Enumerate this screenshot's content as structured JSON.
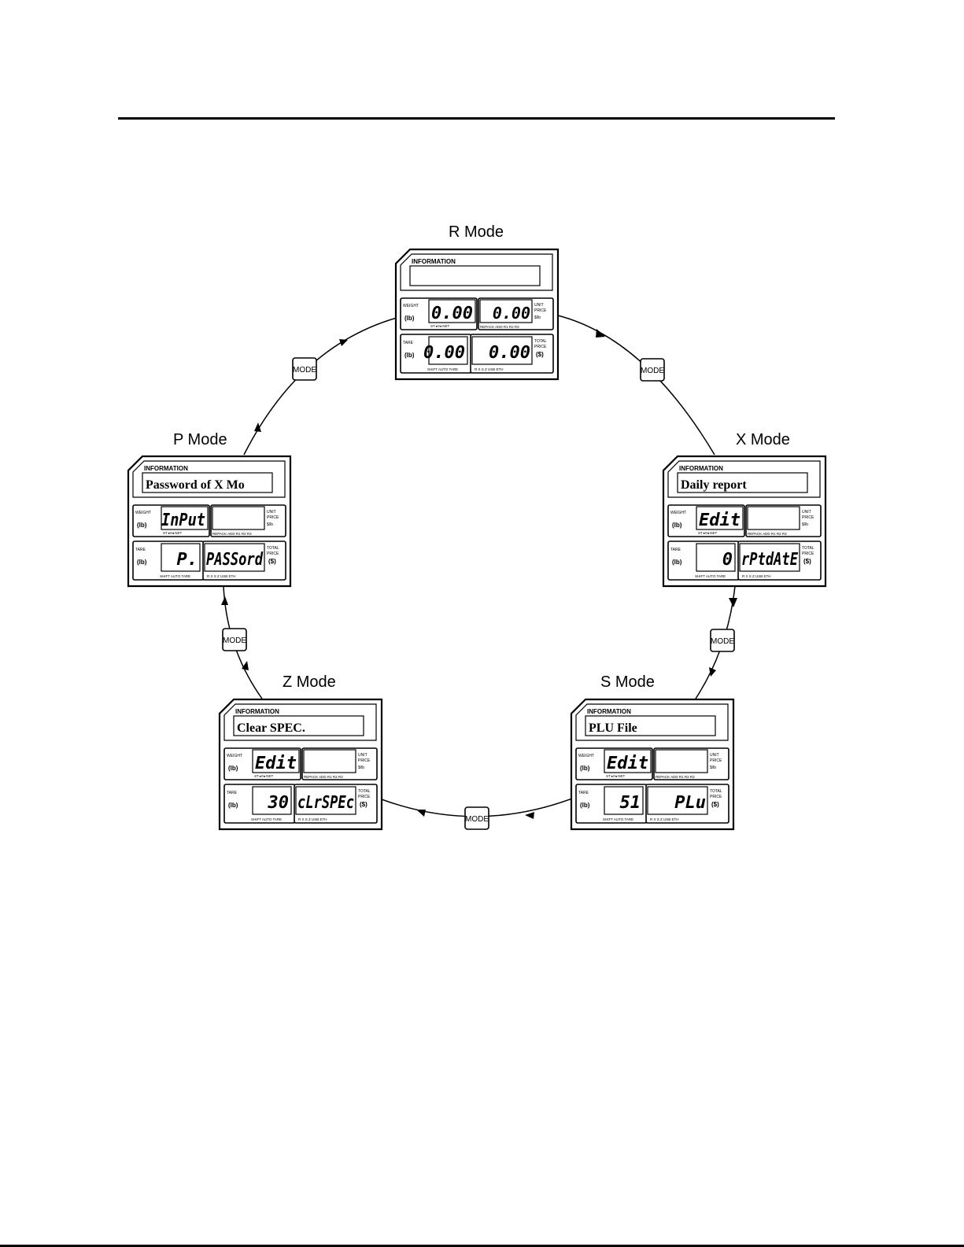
{
  "badge_label": "MODE",
  "field_labels": {
    "weight": "WEIGHT",
    "lb": "(lb)",
    "tare": "TARE",
    "unit": "UNIT",
    "price": "PRICE",
    "per_lb": "$/lb",
    "total": "TOTAL",
    "dollar": "($)",
    "information": "INFORMATION",
    "weight_indicators": "ST  ▸0◂  NET",
    "unit_indicators": "REPACK  ADD  R1  R2  R3",
    "tare_indicators": "SHIFT   AUTO TARE",
    "total_indicators": "R   X   S   Z       USB ETH"
  },
  "panels": [
    {
      "id": "r",
      "title": "R Mode",
      "info": "",
      "weight": "0.00",
      "unit_price": "0.00",
      "tare": "0.00",
      "total": "0.00"
    },
    {
      "id": "x",
      "title": "X Mode",
      "info": "Daily report",
      "weight": "Edit",
      "unit_price": "",
      "tare": "0",
      "total": "rPtdAtE"
    },
    {
      "id": "s",
      "title": "S Mode",
      "info": "PLU File",
      "weight": "Edit",
      "unit_price": "",
      "tare": "51",
      "total": "PLu"
    },
    {
      "id": "z",
      "title": "Z Mode",
      "info": "Clear SPEC.",
      "weight": "Edit",
      "unit_price": "",
      "tare": "30",
      "total": "cLrSPEc"
    },
    {
      "id": "p",
      "title": "P Mode",
      "info": "Password of X Mo",
      "weight": "InPut",
      "unit_price": "",
      "tare": "P.",
      "total": "PASSord"
    }
  ]
}
